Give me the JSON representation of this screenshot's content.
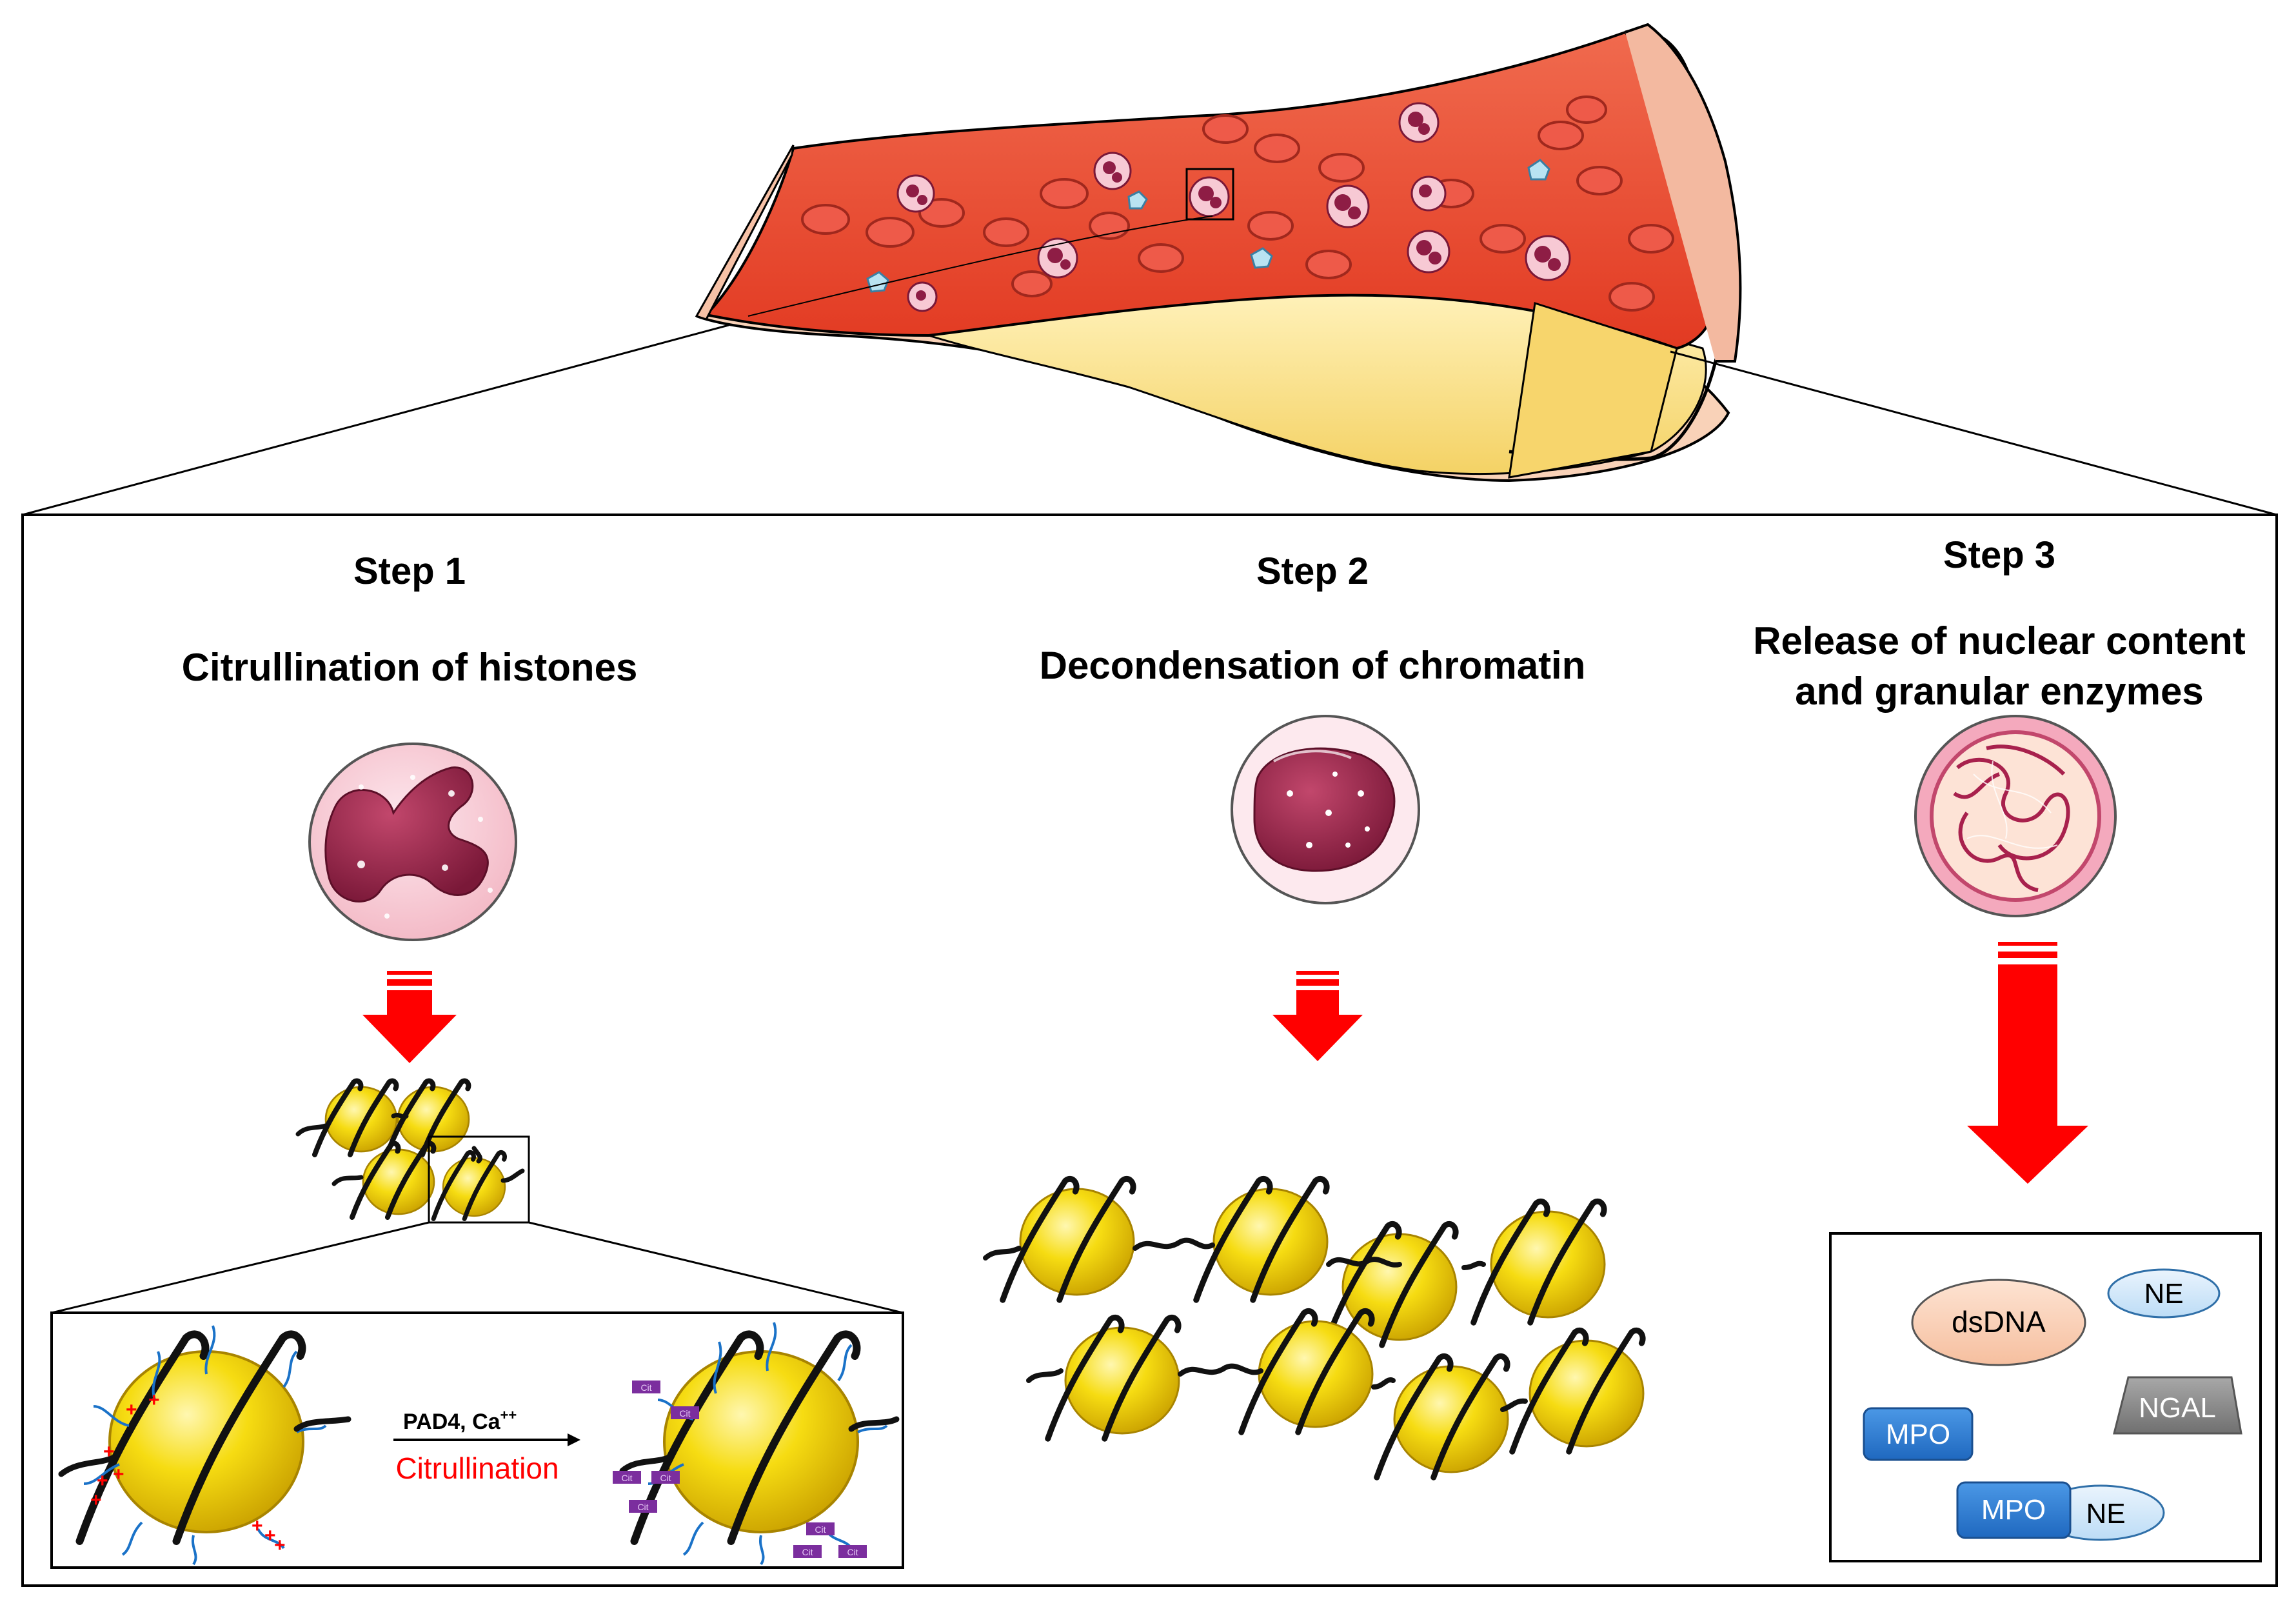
{
  "steps": [
    {
      "label": "Step 1",
      "title_lines": [
        "Citrullination of histones"
      ]
    },
    {
      "label": "Step 2",
      "title_lines": [
        "Decondensation of chromatin"
      ]
    },
    {
      "label": "Step 3",
      "title_lines": [
        "Release of nuclear content",
        "and granular enzymes"
      ]
    }
  ],
  "reaction": {
    "enzyme": "PAD4, Ca",
    "ion_charge": "++",
    "process": "Citrullination",
    "residue_tag": "Cit"
  },
  "products": {
    "dsdna": "dsDNA",
    "ne_1": "NE",
    "mpo_1": "MPO",
    "ngal": "NGAL",
    "mpo_2": "MPO",
    "ne_2": "NE"
  },
  "colors": {
    "arrow_red": "#ff0000",
    "nucleosome_yellow": "#f2d200",
    "mpo_blue": "#2f7fd6",
    "ne_light_blue": "#cfe6fb",
    "dsdna_peach": "#fbd4bc",
    "ngal_gray": "#8c8c8c",
    "vessel_red": "#e8412b",
    "plaque_yellow": "#f7d77a",
    "citrulline_purple": "#7b2e9e",
    "histone_tail_blue": "#1a72c8",
    "positive_charge_red": "#ff0000"
  },
  "icons": [
    "blood-vessel-illustration",
    "neutrophil-cell-icon",
    "nucleosome-icon",
    "down-arrow-icon"
  ]
}
